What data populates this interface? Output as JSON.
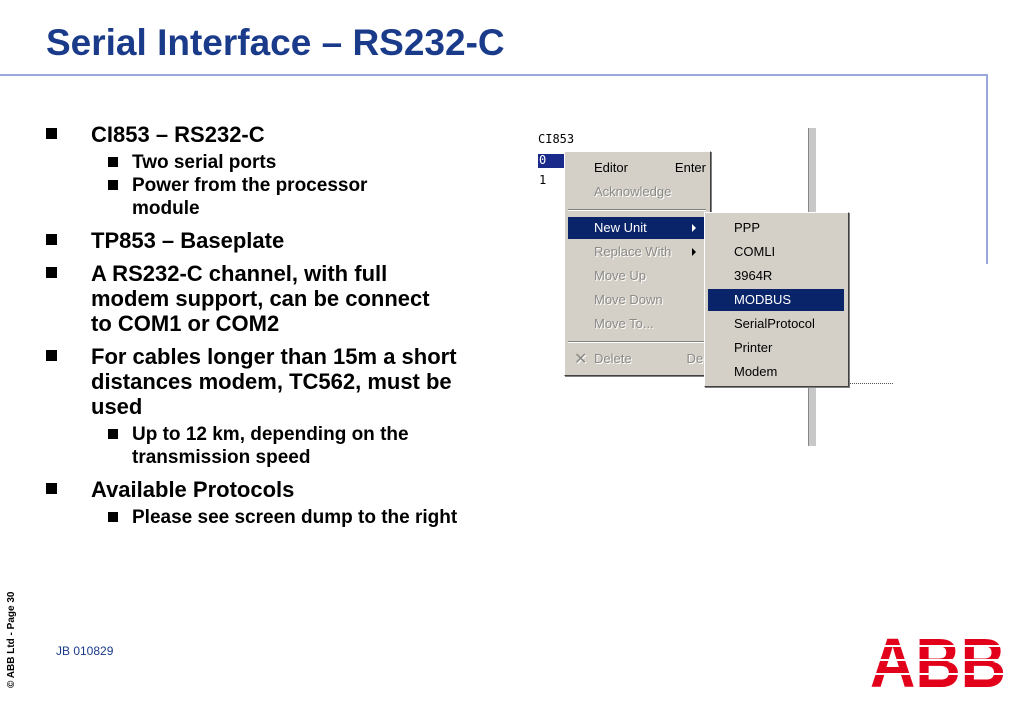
{
  "slide": {
    "title": "Serial Interface – RS232-C",
    "footer_side": "© ABB Ltd - Page 30",
    "footer_code": "JB 010829",
    "logo": "ABB",
    "brand_color": "#e2001a",
    "title_color": "#1a3a8a"
  },
  "bullets": [
    {
      "level": 1,
      "text": "CI853 – RS232-C"
    },
    {
      "level": 2,
      "text": "Two serial ports"
    },
    {
      "level": 2,
      "text": "Power from the processor module"
    },
    {
      "level": 1,
      "text": "TP853 – Baseplate"
    },
    {
      "level": 1,
      "text": "A RS232-C channel, with full modem support, can be connect to COM1 or COM2"
    },
    {
      "level": 1,
      "text": "For cables longer than 15m a short distances modem, TC562, must be used"
    },
    {
      "level": 2,
      "text": "Up to 12 km, depending on the transmission speed"
    },
    {
      "level": 1,
      "text": "Available Protocols"
    },
    {
      "level": 2,
      "text": "Please see screen dump to the right"
    }
  ],
  "screen": {
    "tree": {
      "node": "CI853",
      "row2": "0",
      "row3": "1"
    },
    "context_menu": {
      "editor": {
        "label": "Editor",
        "shortcut": "Enter"
      },
      "acknowledge": {
        "label": "Acknowledge"
      },
      "new_unit": {
        "label": "New Unit"
      },
      "replace_with": {
        "label": "Replace With"
      },
      "move_up": {
        "label": "Move Up"
      },
      "move_down": {
        "label": "Move Down"
      },
      "move_to": {
        "label": "Move To..."
      },
      "delete": {
        "label": "Delete",
        "shortcut": "Del"
      }
    },
    "submenu": [
      "PPP",
      "COMLI",
      "3964R",
      "MODBUS",
      "SerialProtocol",
      "Printer",
      "Modem"
    ],
    "submenu_selected": "MODBUS",
    "menu_highlight": "#0a246a",
    "menu_bg": "#d4d0c8"
  }
}
